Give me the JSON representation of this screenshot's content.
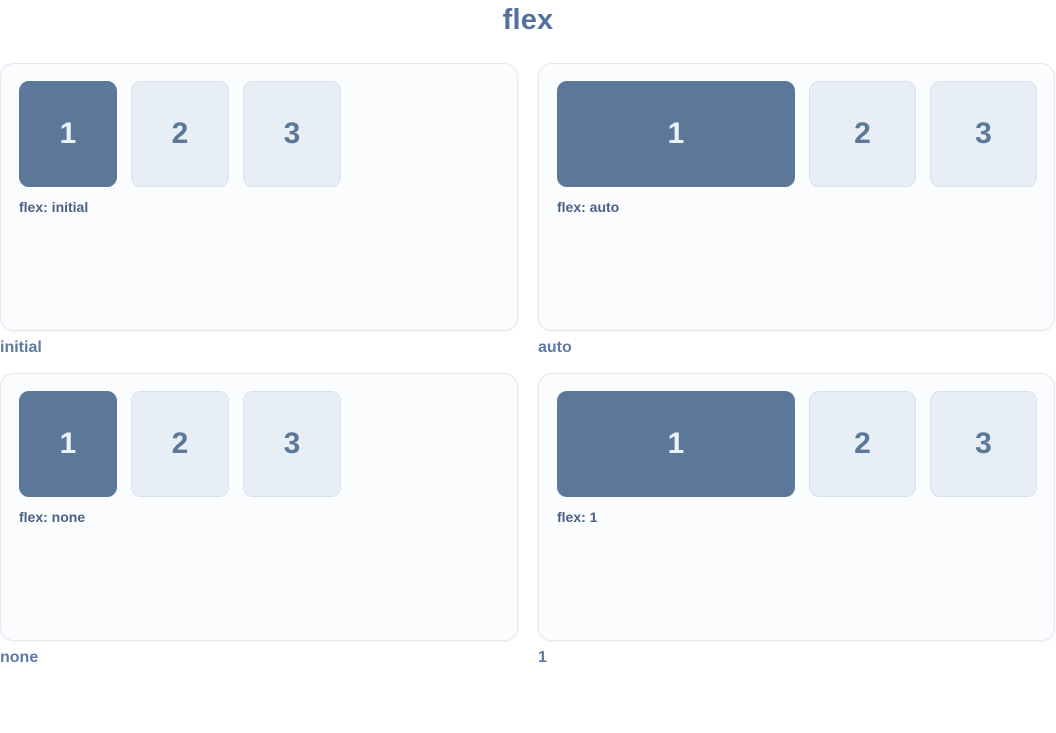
{
  "page_title": "flex",
  "theme": {
    "title_color": "#54719e",
    "panel_bg": "#fafcfe",
    "panel_border": "#e2e8f2",
    "accent_box_bg": "#5b7899",
    "accent_box_text": "#edf2f8",
    "light_box_bg": "#e8eef6",
    "light_box_border": "#d9e1ee",
    "light_box_text": "#5b7896",
    "flex_label_color": "#4b6184",
    "caption_color": "#5d7aa4"
  },
  "panels": [
    {
      "caption": "initial",
      "flex_label": "flex: initial",
      "first_item_flex": "initial",
      "items": [
        "1",
        "2",
        "3"
      ]
    },
    {
      "caption": "auto",
      "flex_label": "flex: auto",
      "first_item_flex": "auto",
      "items": [
        "1",
        "2",
        "3"
      ]
    },
    {
      "caption": "none",
      "flex_label": "flex: none",
      "first_item_flex": "none",
      "items": [
        "1",
        "2",
        "3"
      ]
    },
    {
      "caption": "1",
      "flex_label": "flex: 1",
      "first_item_flex": "1",
      "items": [
        "1",
        "2",
        "3"
      ]
    }
  ]
}
